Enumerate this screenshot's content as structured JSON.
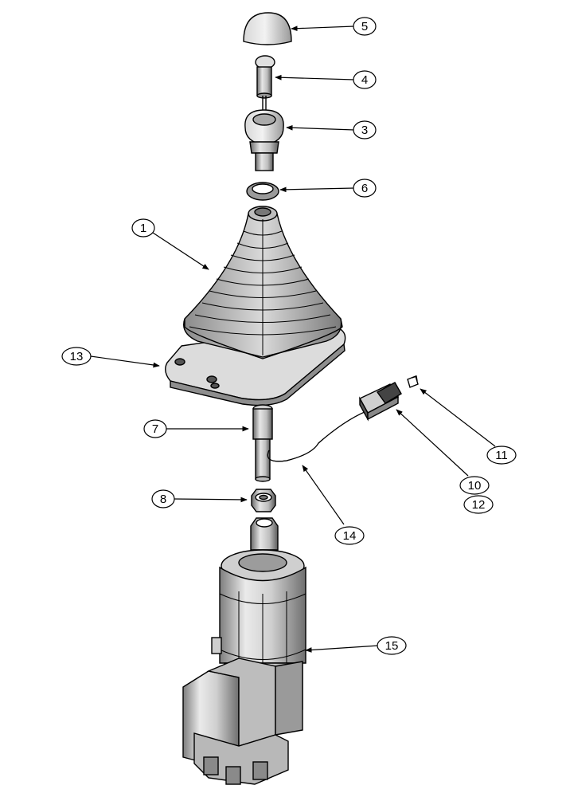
{
  "callouts": {
    "c1": "1",
    "c3": "3",
    "c4": "4",
    "c5": "5",
    "c6": "6",
    "c7": "7",
    "c8": "8",
    "c10": "10",
    "c11": "11",
    "c12": "12",
    "c13": "13",
    "c14": "14",
    "c15": "15"
  }
}
